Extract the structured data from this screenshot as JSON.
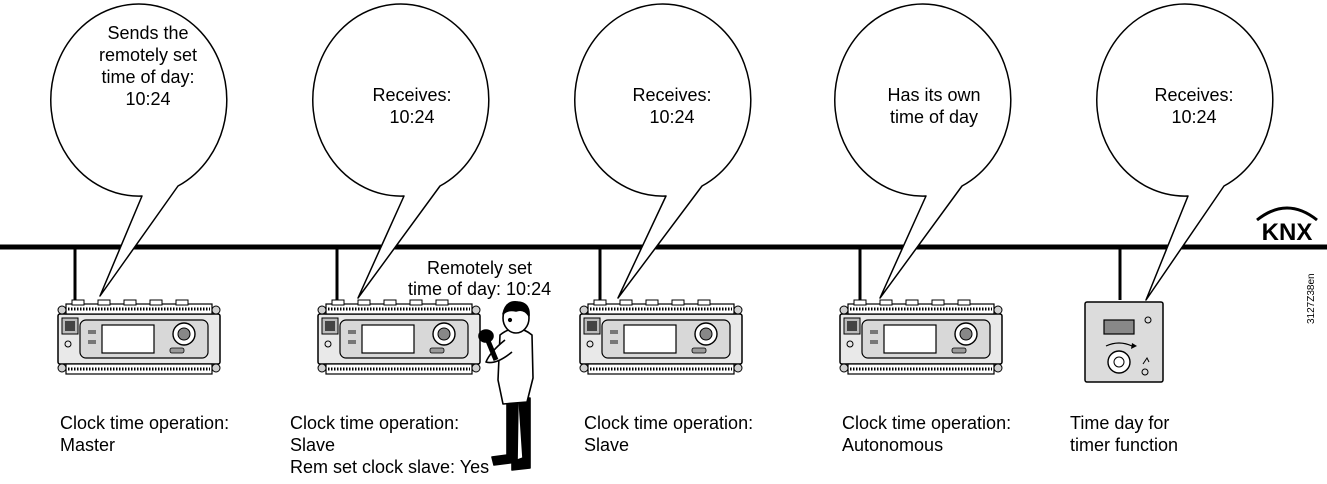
{
  "devices": [
    {
      "bubble": [
        "Sends the",
        "remotely set",
        "time of day:",
        "10:24"
      ],
      "caption": [
        "Clock time operation:",
        "Master"
      ]
    },
    {
      "bubble": [
        "Receives:",
        "10:24"
      ],
      "caption": [
        "Clock time  operation:",
        "Slave",
        "Rem set clock slave: Yes"
      ]
    },
    {
      "bubble": [
        "Receives:",
        "10:24"
      ],
      "caption": [
        "Clock time operation:",
        "Slave"
      ]
    },
    {
      "bubble": [
        "Has its own",
        "time of day"
      ],
      "caption": [
        "Clock time operation:",
        "Autonomous"
      ]
    },
    {
      "bubble": [
        "Receives:",
        "10:24"
      ],
      "caption": [
        "Time day for",
        "timer function"
      ]
    }
  ],
  "remote_label": [
    "Remotely set",
    "time of day: 10:24"
  ],
  "knx_logo_text": "KNX",
  "doc_code": "3127Z38en"
}
